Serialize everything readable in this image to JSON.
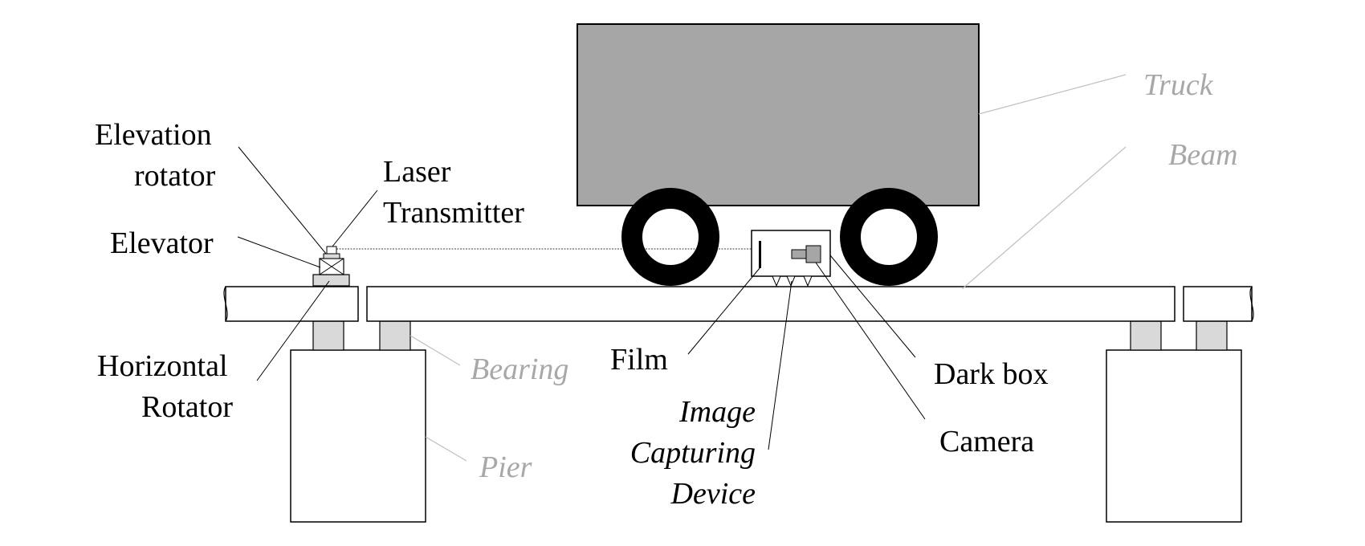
{
  "colors": {
    "truck_body": "#a6a6a6",
    "wheel": "#000000",
    "bearing": "#d9d9d9",
    "outline": "#000000",
    "muted_label": "#a8a8a8",
    "leader_muted": "#bfbfbf"
  },
  "labels": {
    "truck": "Truck",
    "beam": "Beam",
    "bearing": "Bearing",
    "pier": "Pier",
    "elevation_rotator_1": "Elevation",
    "elevation_rotator_2": "rotator",
    "laser_1": "Laser",
    "laser_2": "Transmitter",
    "elevator": "Elevator",
    "horizontal_rotator_1": "Horizontal",
    "horizontal_rotator_2": "Rotator",
    "film": "Film",
    "dark_box": "Dark box",
    "camera": "Camera",
    "icd_1": "Image",
    "icd_2": "Capturing",
    "icd_3": "Device"
  }
}
